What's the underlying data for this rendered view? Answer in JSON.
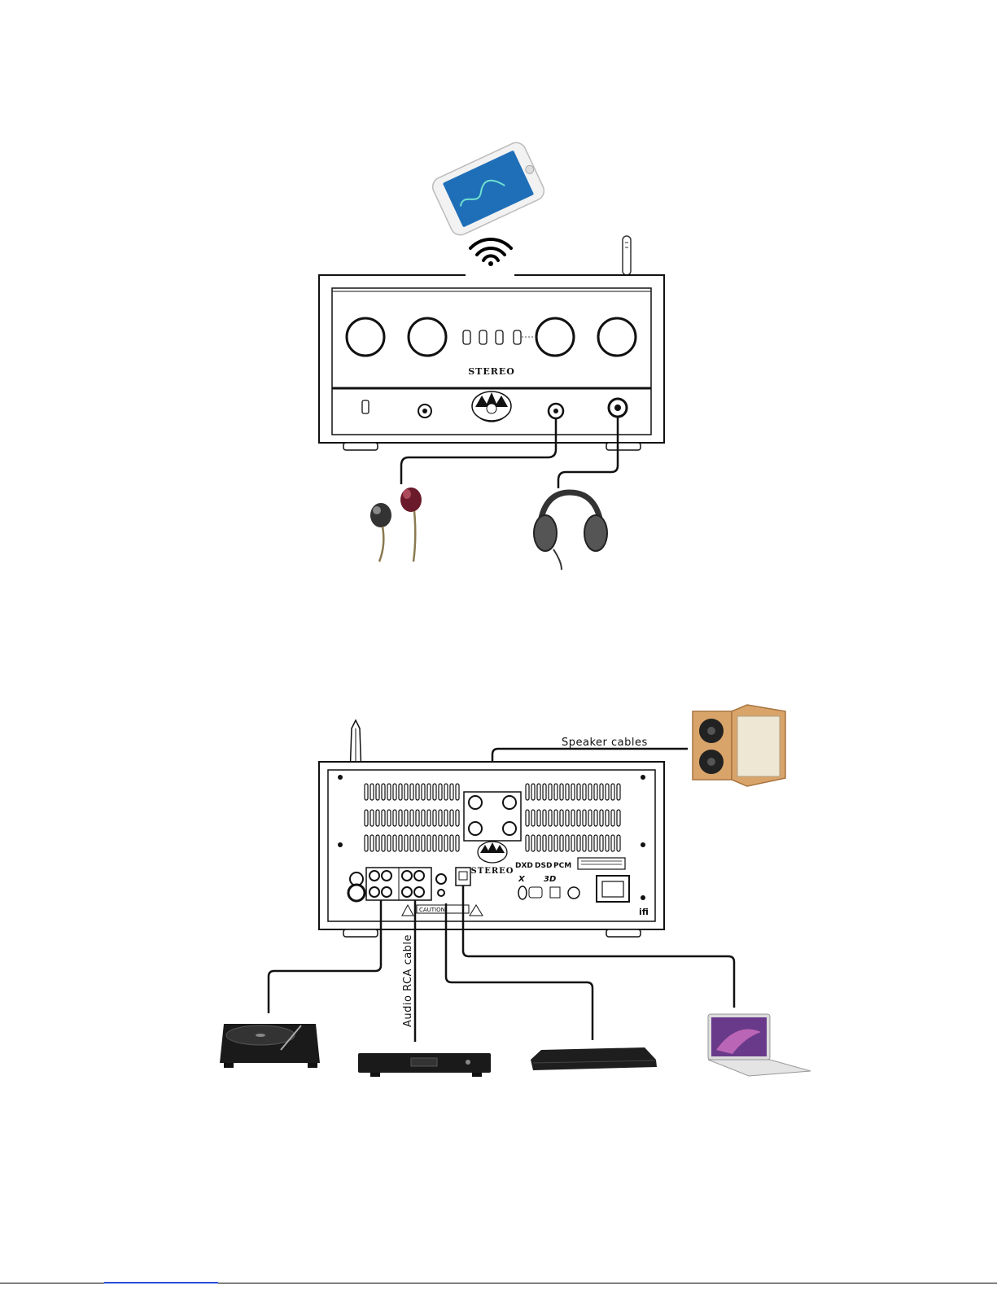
{
  "front_panel": {
    "brand_label": "STEREO"
  },
  "rear_panel": {
    "brand_label": "STEREO",
    "badges": [
      "DXD",
      "DSD",
      "PCM"
    ],
    "x_mark": "X",
    "three_d_mark": "3D",
    "caution_label": "CAUTION",
    "brand_mark": "ifi"
  },
  "cables": {
    "speaker_cables_label": "Speaker cables",
    "audio_rca_cable_label": "Audio RCA cable"
  },
  "icons": {
    "phone": "smartphone-icon",
    "wifi": "wifi-icon",
    "earphones": "earphones-icon",
    "headphones": "headphones-icon",
    "speakers": "bookshelf-speakers-icon",
    "turntable": "turntable-icon",
    "cd_player": "cd-player-icon",
    "bluray": "bluray-player-icon",
    "laptop": "laptop-icon"
  },
  "colors": {
    "line": "#111111",
    "wood": "#d9a46a",
    "screen_blue": "#1f6fb8",
    "earphone_red": "#6a1a2a",
    "link_blue": "#2a4fd8"
  }
}
